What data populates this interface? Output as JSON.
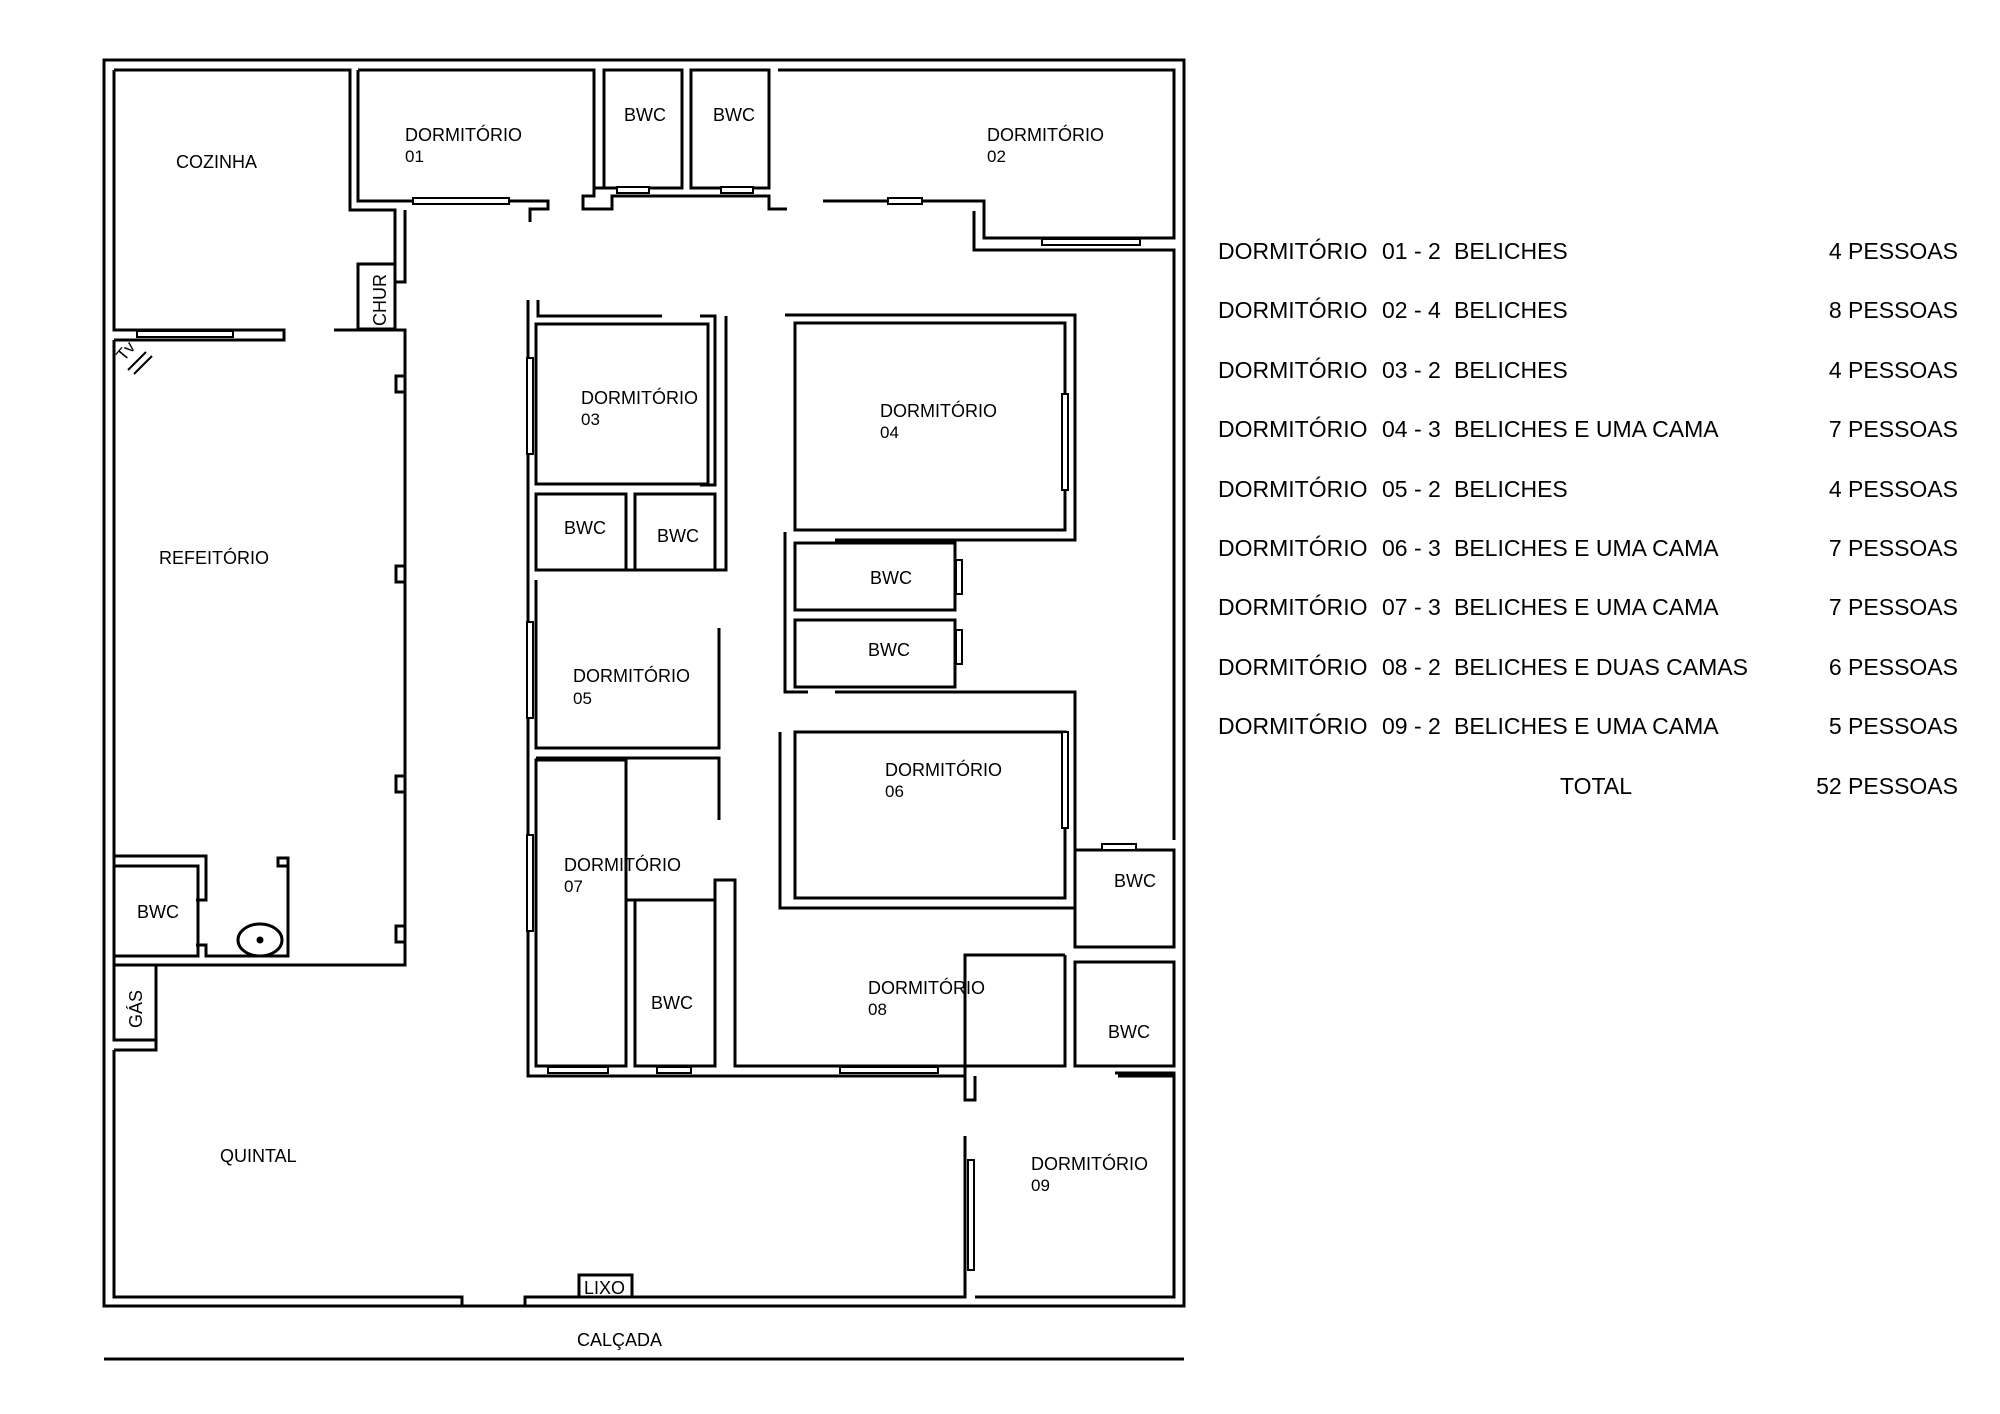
{
  "rooms": {
    "cozinha": "COZINHA",
    "dorm01": [
      "DORMITÓRIO",
      "01"
    ],
    "dorm02": [
      "DORMITÓRIO",
      "02"
    ],
    "dorm03": [
      "DORMITÓRIO",
      "03"
    ],
    "dorm04": [
      "DORMITÓRIO",
      "04"
    ],
    "dorm05": [
      "DORMITÓRIO",
      "05"
    ],
    "dorm06": [
      "DORMITÓRIO",
      "06"
    ],
    "dorm07": [
      "DORMITÓRIO",
      "07"
    ],
    "dorm08": [
      "DORMITÓRIO",
      "08"
    ],
    "dorm09": [
      "DORMITÓRIO",
      "09"
    ],
    "bwc": "BWC",
    "refeitorio": "REFEITÓRIO",
    "churrasqueira": "CHUR",
    "tv": "Tv",
    "gas": "GÁS",
    "quintal": "QUINTAL",
    "lixo": "LIXO",
    "calcada": "CALÇADA"
  },
  "legend": {
    "rows": [
      {
        "room": "DORMITÓRIO",
        "num": "01 - 2",
        "desc": "BELICHES",
        "people": "4 PESSOAS"
      },
      {
        "room": "DORMITÓRIO",
        "num": "02 - 4",
        "desc": "BELICHES",
        "people": "8 PESSOAS"
      },
      {
        "room": "DORMITÓRIO",
        "num": "03 - 2",
        "desc": "BELICHES",
        "people": "4 PESSOAS"
      },
      {
        "room": "DORMITÓRIO",
        "num": "04 - 3",
        "desc": "BELICHES E UMA CAMA",
        "people": "7 PESSOAS"
      },
      {
        "room": "DORMITÓRIO",
        "num": "05 - 2",
        "desc": "BELICHES",
        "people": "4 PESSOAS"
      },
      {
        "room": "DORMITÓRIO",
        "num": "06 - 3",
        "desc": "BELICHES E UMA CAMA",
        "people": "7 PESSOAS"
      },
      {
        "room": "DORMITÓRIO",
        "num": "07 - 3",
        "desc": "BELICHES E UMA CAMA",
        "people": "7 PESSOAS"
      },
      {
        "room": "DORMITÓRIO",
        "num": "08 - 2",
        "desc": "BELICHES E DUAS CAMAS",
        "people": "6 PESSOAS"
      },
      {
        "room": "DORMITÓRIO",
        "num": "09 - 2",
        "desc": "BELICHES E UMA CAMA",
        "people": "5 PESSOAS"
      }
    ],
    "total_label": "TOTAL",
    "total_value": "52 PESSOAS"
  }
}
